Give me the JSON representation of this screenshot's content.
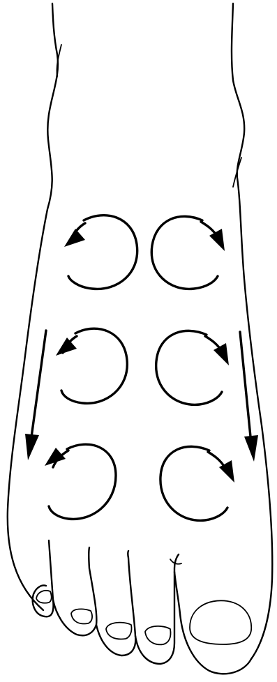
{
  "diagram": {
    "subject": "right-foot-top-view",
    "line_color": "#000000",
    "background_color": "#ffffff",
    "icons": {
      "circular_strokes": "circular-arrow-icon",
      "downward_strokes": "straight-down-arrow-icon"
    },
    "circular_motion_rows": 3,
    "circular_motion_columns": 2,
    "left_column_direction": "counterclockwise",
    "right_column_direction": "clockwise",
    "straight_strokes": 2,
    "straight_stroke_direction": "toward-toes",
    "toes": 5
  }
}
